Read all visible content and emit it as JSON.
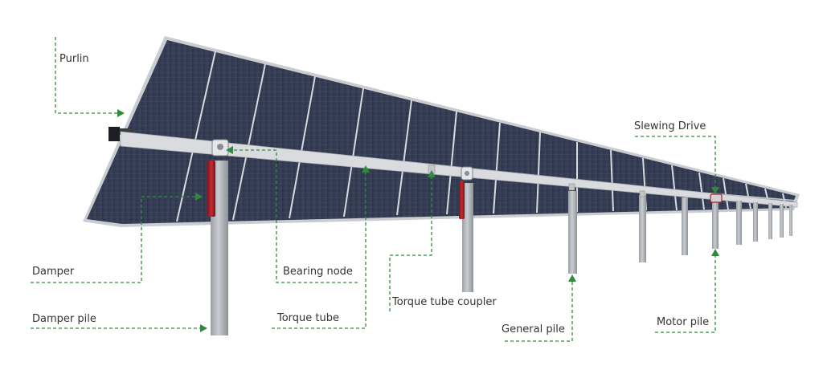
{
  "labels": {
    "purlin": "Purlin",
    "damper": "Damper",
    "damper_pile": "Damper pile",
    "bearing_node": "Bearing node",
    "torque_tube": "Torque tube",
    "torque_tube_coupler": "Torque tube coupler",
    "general_pile": "General pile",
    "slewing_drive": "Slewing Drive",
    "motor_pile": "Motor pile"
  },
  "colors": {
    "leader_line": "#2e8b3e",
    "panel": "#2a3246",
    "panel_frame": "#c9ccd1",
    "torque_tube": "#d9dbde",
    "pile": "#b8bbbf",
    "damper": "#b3202a",
    "text": "#333333"
  }
}
